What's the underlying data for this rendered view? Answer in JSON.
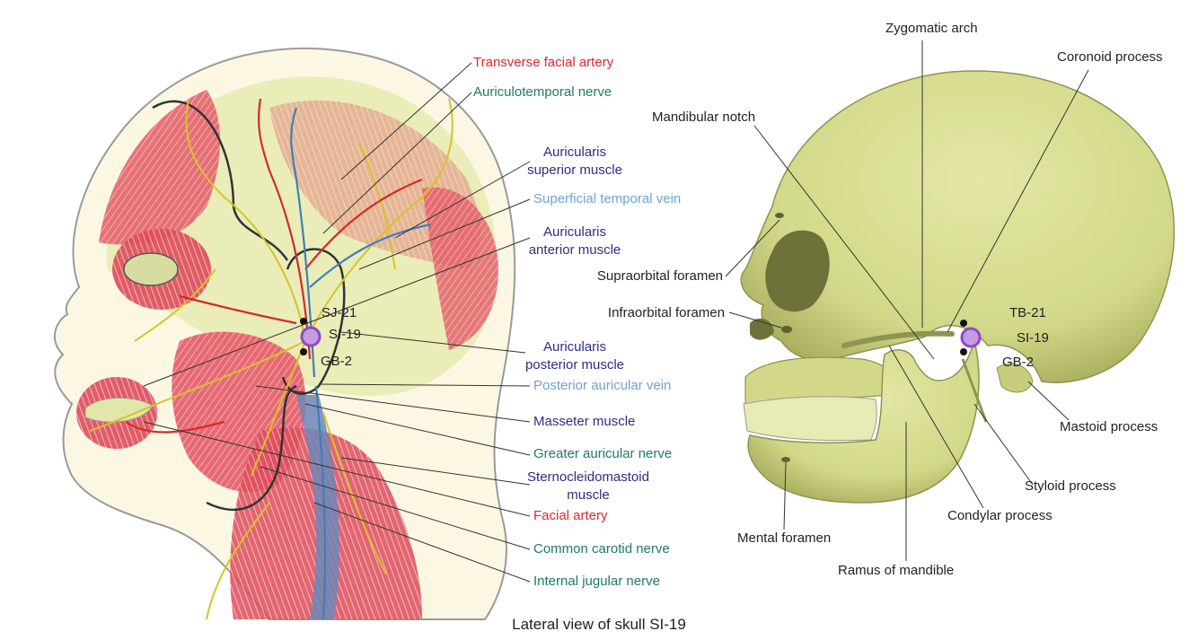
{
  "caption": "Lateral view of skull SI-19",
  "colors": {
    "artery": "#e0262e",
    "nerve": "#1f7a6a",
    "muscle": "#2d2d86",
    "vein": "#6fa3d6",
    "black": "#222222",
    "point": "#9b59c9",
    "bone": "#d6dc8c"
  },
  "head_labels": {
    "transverse_facial_artery": "Transverse facial artery",
    "auriculotemporal_nerve": "Auriculotemporal nerve",
    "auricularis_superior_1": "Auricularis",
    "auricularis_superior_2": "superior muscle",
    "superficial_temporal_vein": "Superficial temporal vein",
    "auricularis_anterior_1": "Auricularis",
    "auricularis_anterior_2": "anterior muscle",
    "auricularis_posterior_1": "Auricularis",
    "auricularis_posterior_2": "posterior muscle",
    "posterior_auricular_vein": "Posterior auricular vein",
    "masseter_muscle": "Masseter muscle",
    "greater_auricular_nerve": "Greater auricular nerve",
    "sternocleidomastoid_1": "Sternocleidomastoid",
    "sternocleidomastoid_2": "muscle",
    "facial_artery": "Facial artery",
    "common_carotid_nerve": "Common carotid nerve",
    "internal_jugular_nerve": "Internal jugular nerve"
  },
  "head_points": {
    "sj21": "SJ-21",
    "si19": "SI-19",
    "gb2": "GB-2"
  },
  "skull_labels": {
    "zygomatic_arch": "Zygomatic arch",
    "coronoid_process": "Coronoid process",
    "mandibular_notch": "Mandibular notch",
    "supraorbital_foramen": "Supraorbital foramen",
    "infraorbital_foramen": "Infraorbital foramen",
    "mastoid_process": "Mastoid process",
    "styloid_process": "Styloid process",
    "condylar_process": "Condylar process",
    "mental_foramen": "Mental foramen",
    "ramus_of_mandible": "Ramus of mandible"
  },
  "skull_points": {
    "tb21": "TB-21",
    "si19": "SI-19",
    "gb2": "GB-2"
  }
}
